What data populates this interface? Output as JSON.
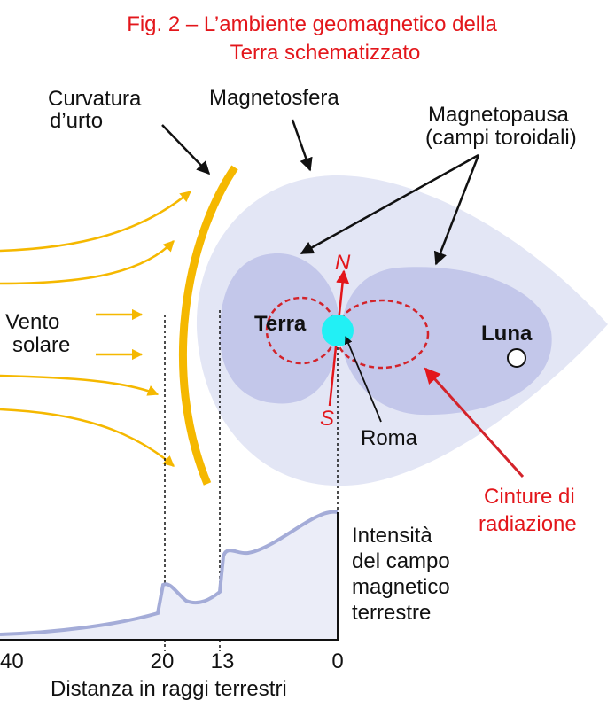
{
  "title": {
    "line1": "Fig. 2 – L’ambiente geomagnetico della",
    "line2": "Terra schematizzato"
  },
  "labels": {
    "bow_shock_line1": "Curvatura",
    "bow_shock_line2": "d’urto",
    "magnetosphere": "Magnetosfera",
    "magnetopause_line1": "Magnetopausa",
    "magnetopause_line2": "(campi toroidali)",
    "solar_wind_line1": "Vento",
    "solar_wind_line2": "solare",
    "earth": "Terra",
    "moon": "Luna",
    "north": "N",
    "south": "S",
    "rome": "Roma",
    "belts_line1": "Cinture di",
    "belts_line2": "radiazione",
    "intensity_line1": "Intensità",
    "intensity_line2": "del campo",
    "intensity_line3": "magnetico",
    "intensity_line4": "terrestre",
    "distance_axis": "Distanza in raggi terrestri"
  },
  "axis_ticks": [
    "40",
    "20",
    "13",
    "0"
  ],
  "colors": {
    "title": "#e3161b",
    "magnetosphere": "#e3e6f5",
    "lobes": "#c3c7ea",
    "solar_wind": "#f5b800",
    "earth": "#22f0f5",
    "field_curve": "#a4acd8",
    "field_fill": "#ebedf8",
    "belts": "#d3232a"
  }
}
